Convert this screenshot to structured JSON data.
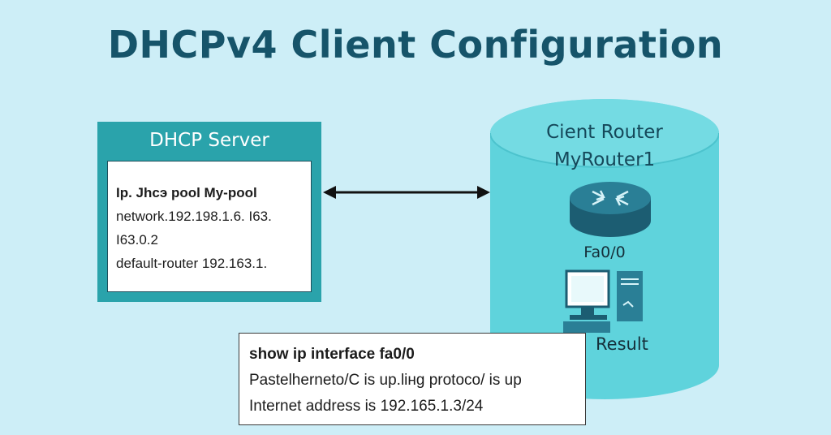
{
  "title": "DHCPv4 Client Configuration",
  "server": {
    "title": "DHCP Server",
    "config_lines": [
      "Ip. Jhcэ pool My-pool",
      "network.192.198.1.6. I63.",
      "I63.0.2",
      "default-router 192.163.1."
    ]
  },
  "client": {
    "title_line1": "Cient Router",
    "title_line2": "MyRouter1",
    "interface": "Fa0/0",
    "result_label": "Result"
  },
  "output": {
    "command": "show ip interface fa0/0",
    "line1": "Pastelherneto/C is up.liнg protoco/ is up",
    "line2": "Internet address is 192.165.1.3/24"
  },
  "colors": {
    "background": "#cdeef7",
    "title": "#16546a",
    "server_frame": "#2aa3ab",
    "client_cylinder": "#5fd3dc"
  },
  "icons": {
    "connector": "double-arrow-icon",
    "router": "router-icon",
    "computer": "pc-icon"
  }
}
